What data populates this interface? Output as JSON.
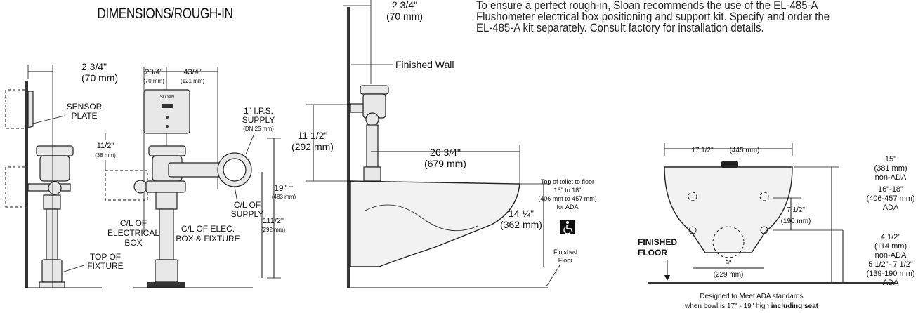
{
  "title": "DIMENSIONS/ROUGH-IN",
  "note_lines": [
    "To ensure a perfect rough-in, Sloan recommends the use of the EL-485-A",
    "Flushometer electrical box positioning and support kit. Specify and order the",
    "EL-485-A kit separately. Consult factory for installation details."
  ],
  "left_view": {
    "dim_top": "2 3/4\"",
    "dim_top_mm": "(70 mm)",
    "sensor_plate_1": "SENSOR",
    "sensor_plate_2": "PLATE",
    "top_of_fixture_1": "TOP OF",
    "top_of_fixture_2": "FIXTURE"
  },
  "middle_view": {
    "dim_a": "23/4\"",
    "dim_a_mm": "(70 mm)",
    "dim_b": "43/4\"",
    "dim_b_mm": "(121 mm)",
    "brand": "SLOAN",
    "ips_1": "1\" I.P.S.",
    "ips_2": "SUPPLY",
    "ips_3": "(DN 25 mm)",
    "dim_c": "11/2\"",
    "dim_c_mm": "(38 mm)",
    "cl_supply_1": "C/L OF",
    "cl_supply_2": "SUPPLY",
    "dim_19": "19\" †",
    "dim_19_mm": "(483 mm)",
    "dim_115": "111/2\"",
    "dim_115_mm": "(292 mm)",
    "cl_box_1": "C/L OF",
    "cl_box_2": "ELECTRICAL",
    "cl_box_3": "BOX",
    "cl_elec_1": "C/L OF ELEC.",
    "cl_elec_2": "BOX & FIXTURE"
  },
  "side_view": {
    "dim_top": "2 3/4\"",
    "dim_top_mm": "(70 mm)",
    "finished_wall": "Finished Wall",
    "dim_115": "11 1/2\"",
    "dim_115_mm": "(292 mm)",
    "dim_2675": "26 3/4\"",
    "dim_2675_mm": "(679 mm)",
    "toilet_note": [
      "Top of toilet to floor",
      "16\" to 18\"",
      "(406 mm to 457 mm)",
      "for ADA"
    ],
    "dim_1425": "14 ¼\"",
    "dim_1425_mm": "(362 mm)",
    "finished_floor_1": "Finished",
    "finished_floor_2": "Floor"
  },
  "front_view": {
    "dim_175": "17 1/2\"",
    "dim_175_mm": "(445 mm)",
    "dim_75": "7 1/2\"",
    "dim_75_mm": "(190 mm)",
    "dim_9": "9\"",
    "dim_9_mm": "(229 mm)",
    "finished_floor_1": "FINISHED",
    "finished_floor_2": "FLOOR",
    "right_15": [
      "15\"",
      "(381 mm)",
      "non-ADA"
    ],
    "right_1618": [
      "16\"-18\"",
      "(406-457 mm)",
      "ADA"
    ],
    "right_45": [
      "4 1/2\"",
      "(114 mm)",
      "non-ADA"
    ],
    "right_55": [
      "5 1/2\"- 7 1/2\"",
      "(139-190 mm)",
      "ADA"
    ],
    "ada_note_1": "Designed to Meet ADA standards",
    "ada_note_2_plain": "when bowl is 17\" - 19\" high ",
    "ada_note_2_bold": "including seat"
  },
  "icons": [
    "wheelchair-accessibility-icon"
  ]
}
